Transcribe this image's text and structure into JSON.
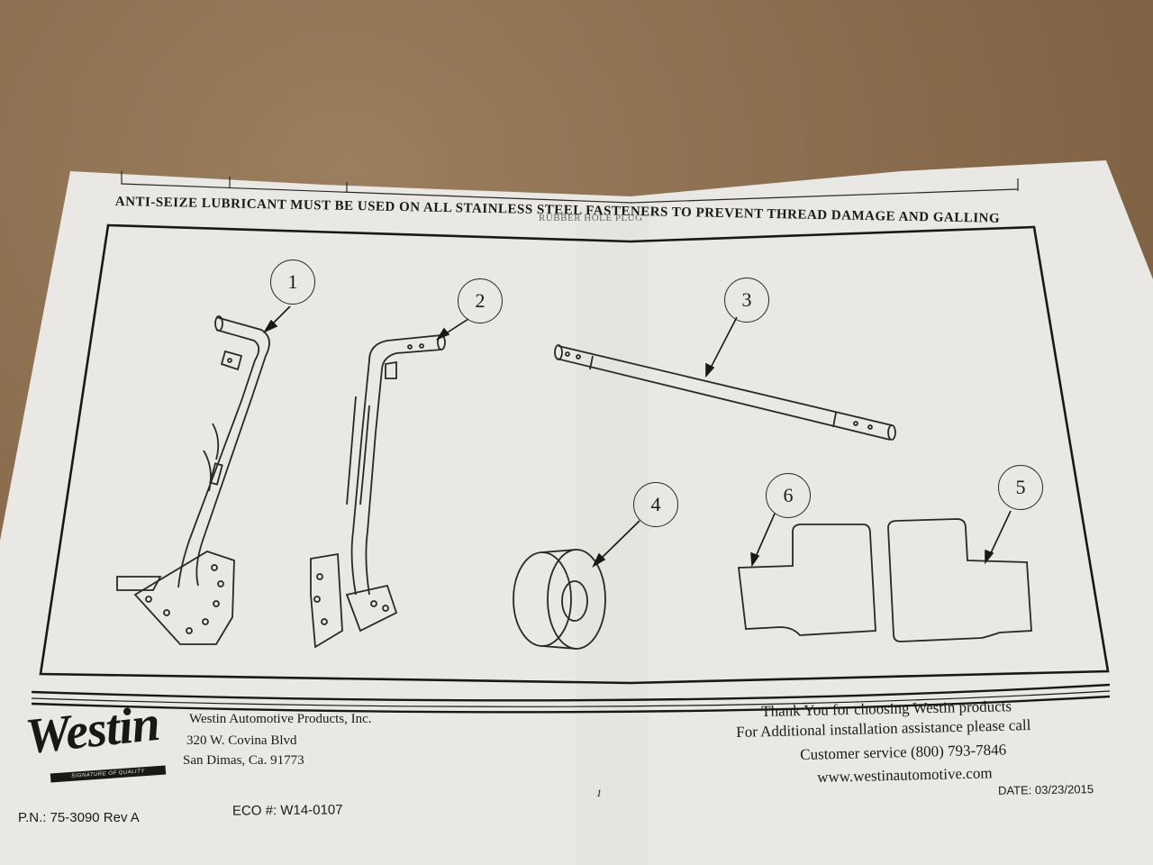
{
  "warning": "ANTI-SEIZE LUBRICANT MUST BE USED ON ALL STAINLESS STEEL FASTENERS TO PREVENT THREAD DAMAGE AND GALLING",
  "table_fragment": "RUBBER HOLE PLUG",
  "callouts": [
    "1",
    "2",
    "3",
    "4",
    "6",
    "5"
  ],
  "company": {
    "logo": "Westin",
    "tagline": "SIGNATURE OF QUALITY",
    "name": "Westin Automotive Products, Inc.",
    "street": "320 W. Covina Blvd",
    "city": "San Dimas, Ca. 91773"
  },
  "thank_you": {
    "line1": "Thank You for choosing Westin products",
    "line2": "For Additional installation assistance please call",
    "line3": "Customer service (800) 793-7846",
    "line4": "www.westinautomotive.com"
  },
  "date": "DATE: 03/23/2015",
  "page_number": "1",
  "part_number": "P.N.: 75-3090 Rev A",
  "eco": "ECO #: W14-0107",
  "colors": {
    "cardboard": "#8a6f50",
    "paper": "#e9e8e4",
    "ink": "#1c1a18"
  }
}
